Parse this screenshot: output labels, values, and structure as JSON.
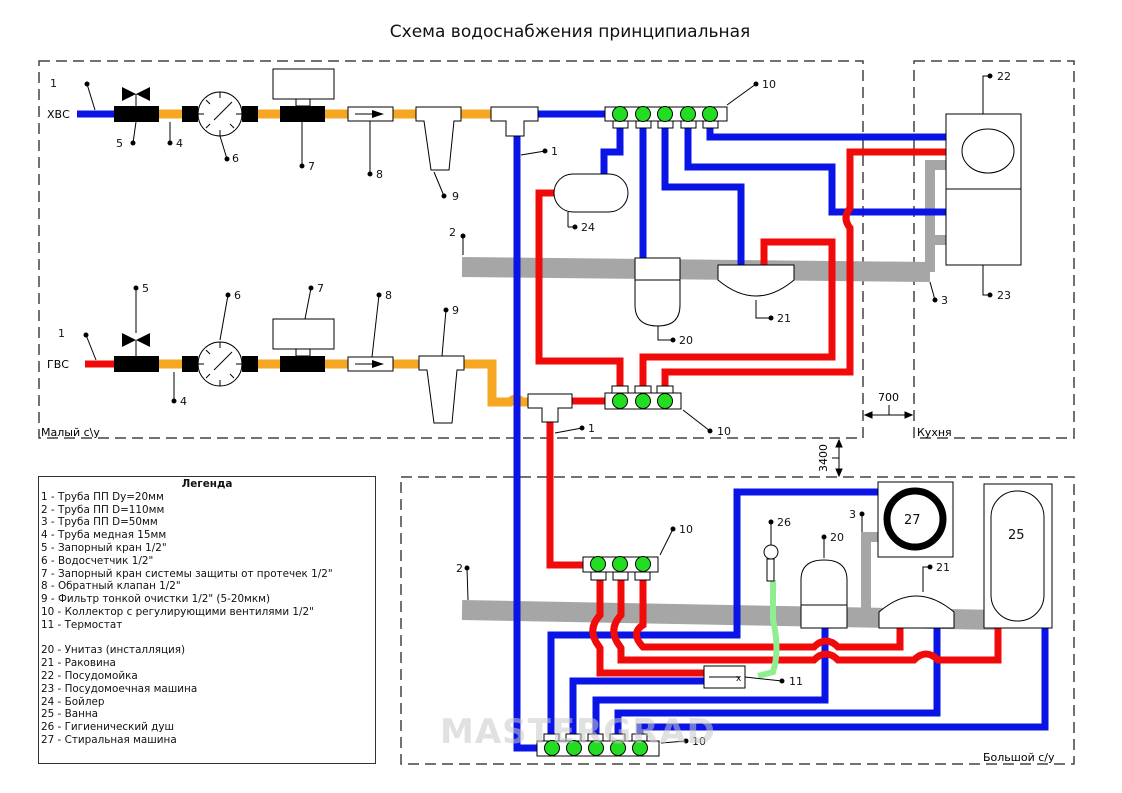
{
  "title": "Схема водоснабжения принципиальная",
  "inputs": {
    "cold": "ХВС",
    "hot": "ГВС"
  },
  "rooms": {
    "small_bathroom": "Малый с\\у",
    "kitchen": "Кухня",
    "big_bathroom": "Большой с/у"
  },
  "dimensions": {
    "horizontal": "700",
    "vertical": "3400"
  },
  "legend": {
    "title": "Легенда",
    "items": [
      "1 - Труба ПП Dy=20мм",
      "2 - Труба ПП D=110мм",
      "3 - Труба ПП D=50мм",
      "4 - Труба медная 15мм",
      "5 - Запорный кран 1/2\"",
      "6 - Водосчетчик 1/2\"",
      "7 - Запорный кран системы защиты от протечек 1/2\"",
      "8 - Обратный клапан 1/2\"",
      "9 - Фильтр тонкой очистки 1/2\" (5-20мкм)",
      "10 - Коллектор с регулирующими вентилями 1/2\"",
      "11 - Термостат"
    ],
    "fixtures": [
      "20 - Унитаз (инсталляция)",
      "21 - Раковина",
      "22 - Посудомойка",
      "23 - Посудомоечная машина",
      "24 - Бойлер",
      "25 - Ванна",
      "26 - Гигиенический душ",
      "27 - Стиральная машина"
    ]
  },
  "callouts": {
    "c1": "1",
    "c2": "2",
    "c3": "3",
    "c4": "4",
    "c5": "5",
    "c6": "6",
    "c7": "7",
    "c8": "8",
    "c9": "9",
    "c10": "10",
    "c11": "11",
    "c20": "20",
    "c21": "21",
    "c22": "22",
    "c23": "23",
    "c24": "24",
    "c25": "25",
    "c26": "26",
    "c27": "27"
  },
  "colors": {
    "cold_pipe": "#0a14e6",
    "hot_pipe": "#f00a0a",
    "copper_pipe": "#f5a623",
    "sewer_pipe": "#a6a6a6",
    "valve_green": "#22dd22",
    "shower_hose": "#90ee90"
  },
  "watermark": "MASTERGRAD"
}
